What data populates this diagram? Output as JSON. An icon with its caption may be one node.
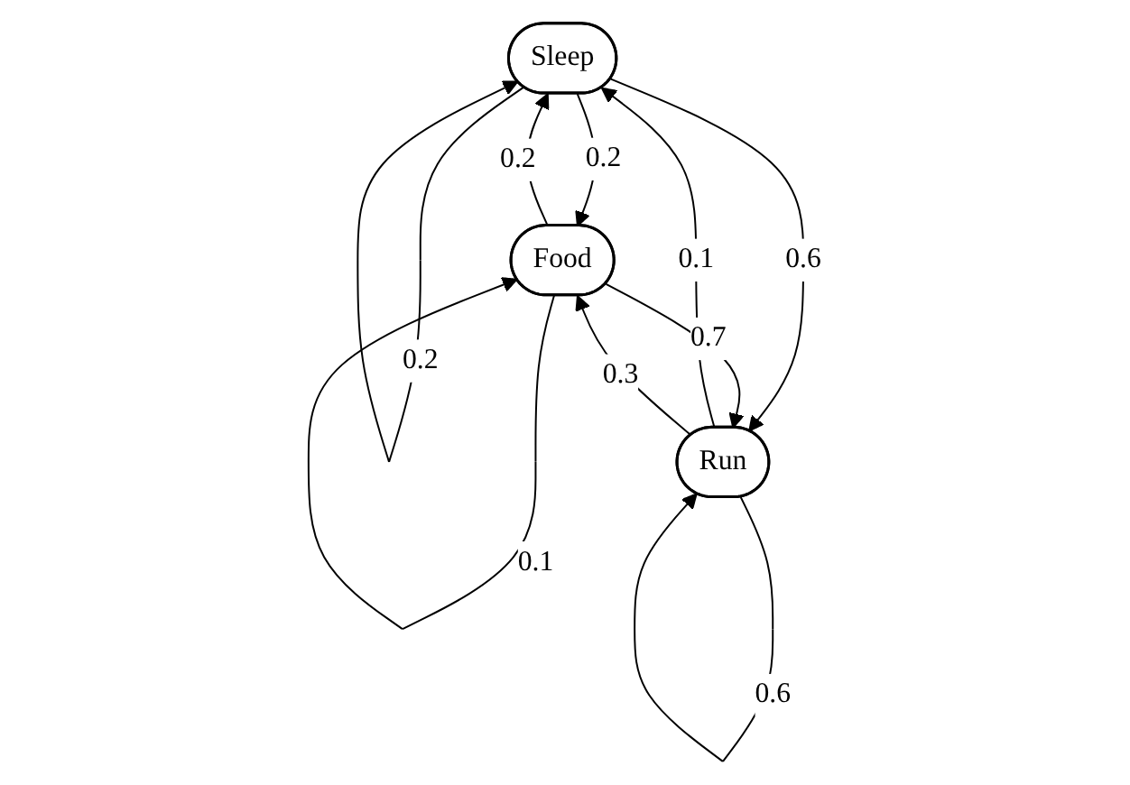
{
  "diagram": {
    "nodes": [
      {
        "text": [
          "Sleep"
        ]
      },
      {
        "text": [
          "Food"
        ]
      },
      {
        "text": [
          "Run"
        ]
      }
    ],
    "edges": [
      {
        "from": 0,
        "to": 0,
        "arrow": "to",
        "label": "0.2"
      },
      {
        "from": 0,
        "to": 1,
        "arrow": "to",
        "label": "0.2"
      },
      {
        "from": 1,
        "to": 0,
        "arrow": "to",
        "label": "0.2"
      },
      {
        "from": 0,
        "to": 2,
        "arrow": "to",
        "label": "0.6"
      },
      {
        "from": 2,
        "to": 0,
        "arrow": "to",
        "label": "0.1"
      },
      {
        "from": 1,
        "to": 2,
        "arrow": "to",
        "label": "0.7"
      },
      {
        "from": 2,
        "to": 1,
        "arrow": "to",
        "label": "0.3"
      },
      {
        "from": 1,
        "to": 1,
        "arrow": "to",
        "label": "0.1"
      },
      {
        "from": 2,
        "to": 2,
        "arrow": "to",
        "label": "0.6"
      }
    ]
  }
}
